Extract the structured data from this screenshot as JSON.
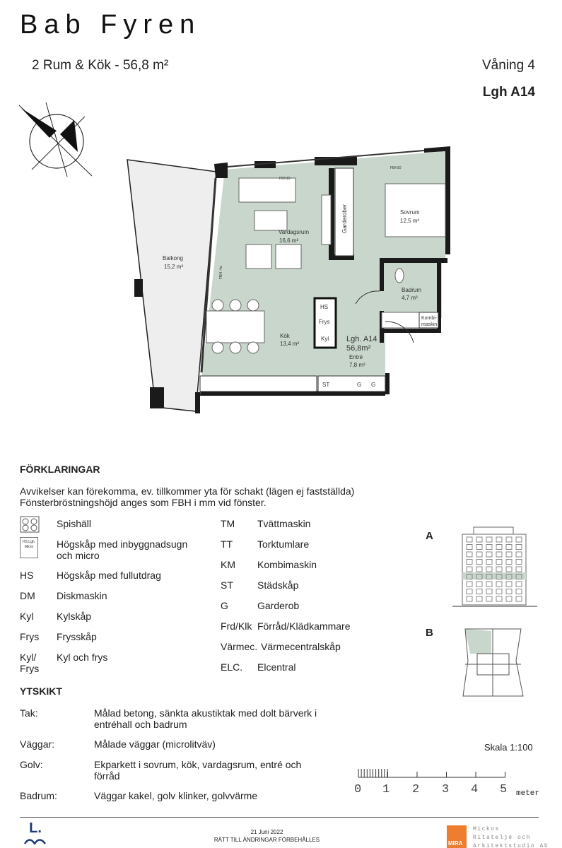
{
  "header": {
    "title": "Bab Fyren",
    "subtitle": "2 Rum & Kök - 56,8 m²",
    "floor": "Våning 4",
    "apartment": "Lgh A14"
  },
  "plan": {
    "rooms": [
      {
        "name": "Balkong",
        "area": "15,2 m²"
      },
      {
        "name": "Vardagsrum",
        "area": "16,6 m²"
      },
      {
        "name": "Sovrum",
        "area": "12,5 m²"
      },
      {
        "name": "Badrum",
        "area": "4,7 m²"
      },
      {
        "name": "Kök",
        "area": "13,4 m²"
      },
      {
        "name": "Entré",
        "area": "7,8 m²"
      }
    ],
    "apt_label": "Lgh. A14",
    "apt_area": "56,8m²",
    "labels": {
      "garderober": "Garderober",
      "hs": "HS",
      "frys": "Frys",
      "kyl": "Kyl",
      "kombi1": "Kombi-",
      "kombi2": "maskin",
      "st": "ST",
      "g": "G",
      "fbh": "FBH10",
      "fbh_side": "FBH -4a"
    }
  },
  "legend": {
    "title": "FÖRKLARINGAR",
    "intro1": "Avvikelser kan förekomma, ev. tillkommer yta för schakt (lägen ej fastställda)",
    "intro2": "Fönsterbröstningshöjd anges som FBH i mm vid fönster.",
    "left": [
      {
        "abbr": "",
        "desc": "Spishäll"
      },
      {
        "abbr": "",
        "desc": "Högskåp med inbyggnadsugn och micro"
      },
      {
        "abbr": "HS",
        "desc": "Högskåp med fullutdrag"
      },
      {
        "abbr": "DM",
        "desc": "Diskmaskin"
      },
      {
        "abbr": "Kyl",
        "desc": "Kylskåp"
      },
      {
        "abbr": "Frys",
        "desc": "Frysskåp"
      },
      {
        "abbr": "Kyl/ Frys",
        "desc": "Kyl och frys"
      }
    ],
    "oven_icon_text": "HS Lgh. Micro",
    "right": [
      {
        "abbr": "TM",
        "desc": "Tvättmaskin"
      },
      {
        "abbr": "TT",
        "desc": "Torktumlare"
      },
      {
        "abbr": "KM",
        "desc": "Kombimaskin"
      },
      {
        "abbr": "ST",
        "desc": "Städskåp"
      },
      {
        "abbr": "G",
        "desc": "Garderob"
      },
      {
        "abbr": "Frd/Klk",
        "desc": "Förråd/Klädkammare"
      },
      {
        "abbr": "Värmec.",
        "desc": "Värmecentralskåp"
      },
      {
        "abbr": "ELC.",
        "desc": "Elcentral"
      }
    ]
  },
  "finishes": {
    "title": "YTSKIKT",
    "rows": [
      {
        "label": "Tak:",
        "value": "Målad betong, sänkta akustiktak med dolt bärverk i entréhall och badrum"
      },
      {
        "label": "Väggar:",
        "value": "Målade väggar (microlitväv)"
      },
      {
        "label": "Golv:",
        "value": "Ekparkett i sovrum, kök, vardagsrum, entré och förråd"
      },
      {
        "label": "Badrum:",
        "value": "Väggar kakel, golv klinker, golvvärme"
      }
    ]
  },
  "keys": {
    "a": "A",
    "b": "B"
  },
  "scale": {
    "label": "Skala 1:100",
    "ticks": [
      "0",
      "1",
      "2",
      "3",
      "4",
      "5"
    ],
    "unit": "meter"
  },
  "footer": {
    "date": "21 Juni 2022",
    "notice": "RÄTT TILL ÄNDRINGAR FÖRBEHÅLLES",
    "logo_left": "L.",
    "mira": "MIRA",
    "company1": "Mickos",
    "company2": "Ritateljé och",
    "company3": "Arkitektstudio Ab"
  },
  "colors": {
    "room": "#c8d6cb",
    "wall": "#1a1a1a",
    "mira": "#ee7d30"
  }
}
